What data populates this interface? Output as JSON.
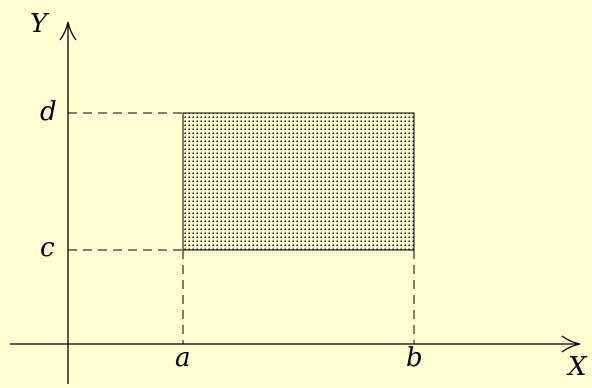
{
  "diagram": {
    "axes": {
      "x_label": "X",
      "y_label": "Y"
    },
    "ticks": {
      "x": [
        "a",
        "b"
      ],
      "y": [
        "c",
        "d"
      ]
    },
    "region": {
      "x_range": [
        "a",
        "b"
      ],
      "y_range": [
        "c",
        "d"
      ],
      "fill": "dotted"
    },
    "colors": {
      "background": "#ffffd3",
      "ink": "#000000"
    }
  }
}
